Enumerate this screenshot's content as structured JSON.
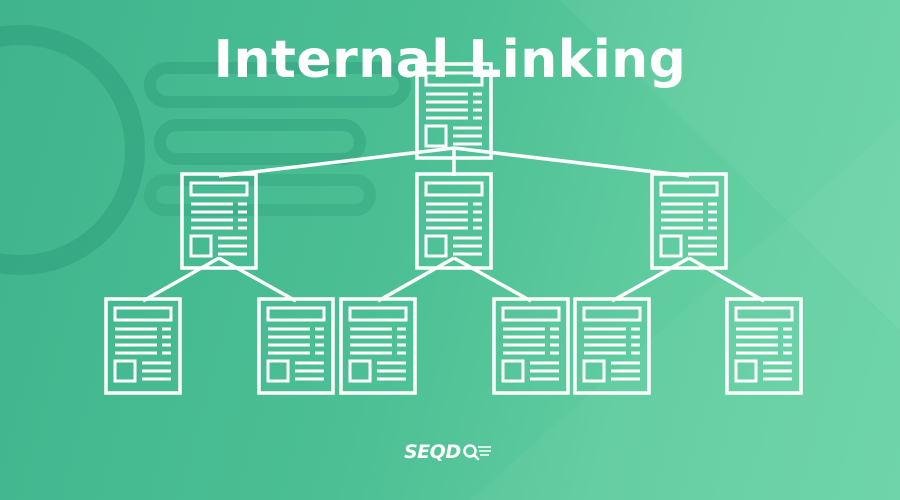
{
  "title": "Internal Linking",
  "logo": {
    "text": "SEQD",
    "icon": "magnifier-icon"
  },
  "diagram": {
    "nodes": [
      {
        "id": "root",
        "level": 0
      },
      {
        "id": "l1-a",
        "level": 1,
        "parent": "root"
      },
      {
        "id": "l1-b",
        "level": 1,
        "parent": "root"
      },
      {
        "id": "l1-c",
        "level": 1,
        "parent": "root"
      },
      {
        "id": "l2-a1",
        "level": 2,
        "parent": "l1-a"
      },
      {
        "id": "l2-a2",
        "level": 2,
        "parent": "l1-a"
      },
      {
        "id": "l2-b1",
        "level": 2,
        "parent": "l1-b"
      },
      {
        "id": "l2-b2",
        "level": 2,
        "parent": "l1-b"
      },
      {
        "id": "l2-c1",
        "level": 2,
        "parent": "l1-c"
      },
      {
        "id": "l2-c2",
        "level": 2,
        "parent": "l1-c"
      }
    ],
    "node_icon": "document-page-icon"
  },
  "colors": {
    "background_start": "#3fb48d",
    "background_end": "#6ad4a6",
    "line": "#ffffff"
  }
}
